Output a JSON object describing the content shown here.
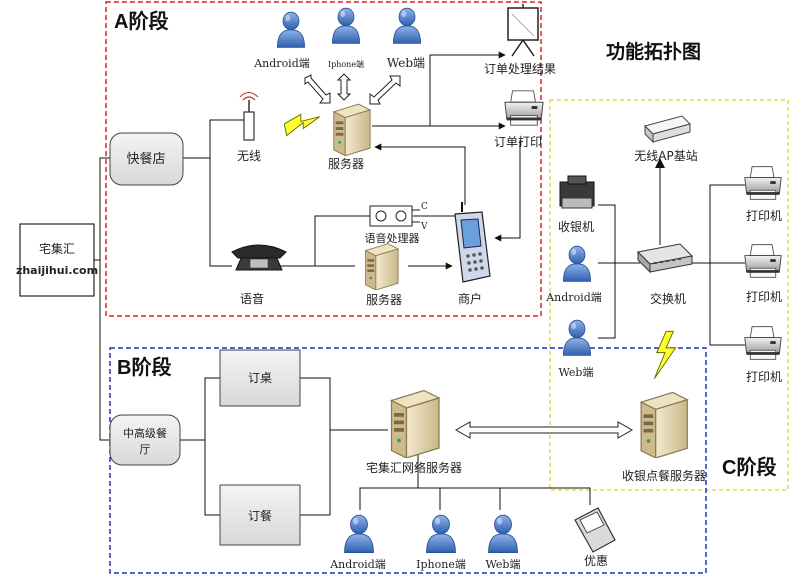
{
  "diagram": {
    "title": "功能拓扑图",
    "phases": {
      "a": "A阶段",
      "b": "B阶段",
      "c": "C阶段"
    },
    "left_box": {
      "name": "宅集汇",
      "site": "zhaijihui.com"
    },
    "a_stage": {
      "restaurant": "快餐店",
      "clients": {
        "android": "Android端",
        "iphone": "Iphone端",
        "web": "Web端"
      },
      "wireless": "无线",
      "server": "服务器",
      "order_result": "订单处理结果",
      "order_print": "订单打印",
      "voice_processor": "语音处理器",
      "c_label": "C",
      "v_label": "V",
      "phone": "语音",
      "server2": "服务器",
      "merchant": "商户"
    },
    "b_stage": {
      "restaurant": "中高级餐厅",
      "book_table": "订桌",
      "book_meal": "订餐",
      "network_server": "宅集汇网络服务器",
      "clients": {
        "android": "Android端",
        "iphone": "Iphone端",
        "web": "Web端"
      },
      "discount": "优惠"
    },
    "c_stage": {
      "ap": "无线AP基站",
      "cashier": "收银机",
      "android": "Android端",
      "web": "Web端",
      "switch": "交换机",
      "printers": [
        "打印机",
        "打印机",
        "打印机"
      ],
      "pos_server": "收银点餐服务器"
    }
  }
}
